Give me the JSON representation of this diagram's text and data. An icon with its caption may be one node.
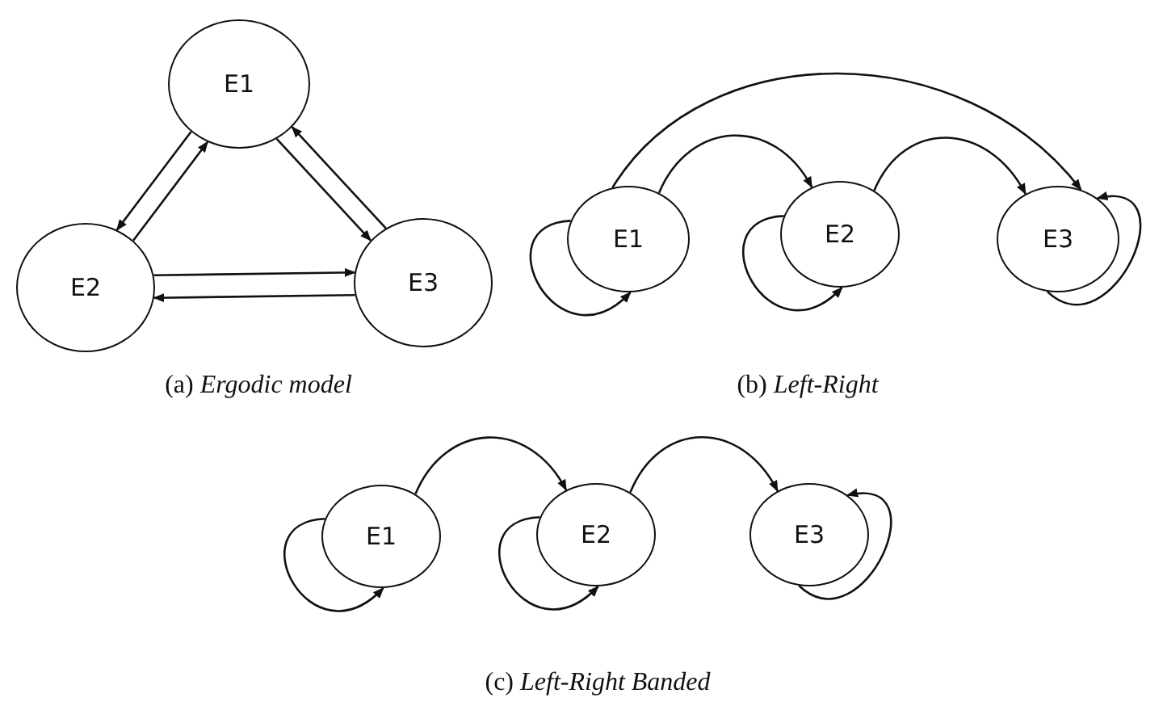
{
  "diagram": {
    "nodes": [
      {
        "text": [
          "E1"
        ]
      },
      {
        "text": [
          "E2"
        ]
      },
      {
        "text": [
          "E3"
        ]
      },
      {
        "text": [
          "E1"
        ]
      },
      {
        "text": [
          "E2"
        ]
      },
      {
        "text": [
          "E3"
        ]
      },
      {
        "text": [
          "E1"
        ]
      },
      {
        "text": [
          "E2"
        ]
      },
      {
        "text": [
          "E3"
        ]
      }
    ],
    "edges": [
      {
        "from": 0,
        "to": 1,
        "arrow": "to"
      },
      {
        "from": 1,
        "to": 0,
        "arrow": "to"
      },
      {
        "from": 0,
        "to": 2,
        "arrow": "to"
      },
      {
        "from": 2,
        "to": 0,
        "arrow": "to"
      },
      {
        "from": 1,
        "to": 2,
        "arrow": "to"
      },
      {
        "from": 2,
        "to": 1,
        "arrow": "to"
      },
      {
        "from": 3,
        "to": 3,
        "arrow": "to"
      },
      {
        "from": 3,
        "to": 4,
        "arrow": "to"
      },
      {
        "from": 3,
        "to": 5,
        "arrow": "to"
      },
      {
        "from": 4,
        "to": 4,
        "arrow": "to"
      },
      {
        "from": 4,
        "to": 5,
        "arrow": "to"
      },
      {
        "from": 5,
        "to": 5,
        "arrow": "to"
      },
      {
        "from": 6,
        "to": 6,
        "arrow": "to"
      },
      {
        "from": 6,
        "to": 7,
        "arrow": "to"
      },
      {
        "from": 7,
        "to": 7,
        "arrow": "to"
      },
      {
        "from": 7,
        "to": 8,
        "arrow": "to"
      },
      {
        "from": 8,
        "to": 8,
        "arrow": "to"
      }
    ],
    "labels": [
      "(a) *Ergodic model*",
      "(b) *Left-Right*",
      "(c) *Left-Right Banded*"
    ]
  }
}
